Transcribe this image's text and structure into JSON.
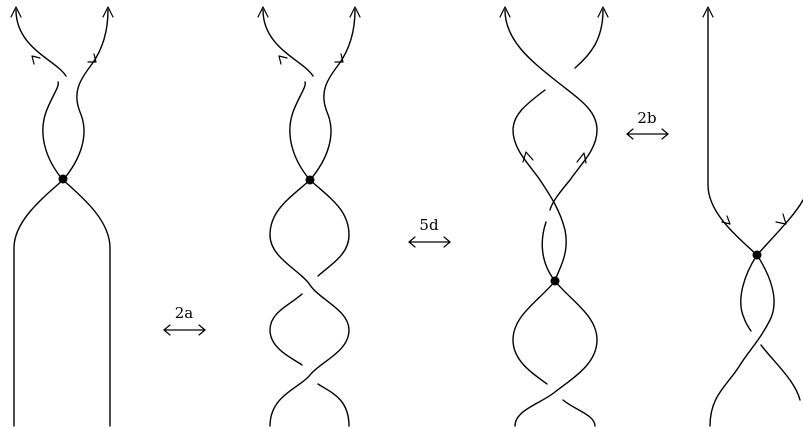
{
  "diagram": {
    "moves": [
      {
        "label": "2a"
      },
      {
        "label": "5d"
      },
      {
        "label": "2b"
      }
    ]
  }
}
